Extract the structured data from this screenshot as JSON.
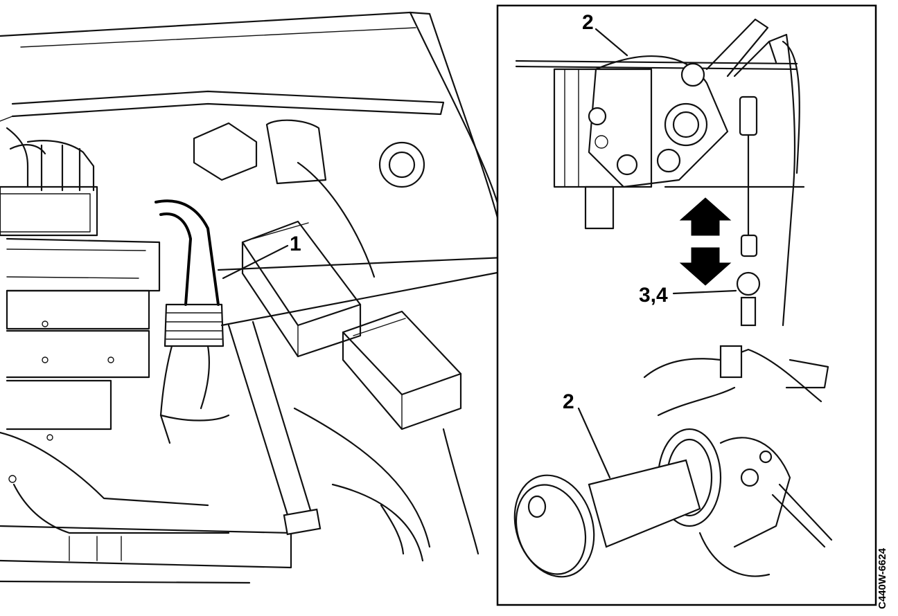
{
  "callouts": {
    "hose_main": "1",
    "detail_top_part": "2",
    "detail_top_cable": "3,4",
    "detail_bottom_tool": "2"
  },
  "figure_code": "C440W-6624",
  "colors": {
    "line": "#111111",
    "background": "#ffffff"
  }
}
